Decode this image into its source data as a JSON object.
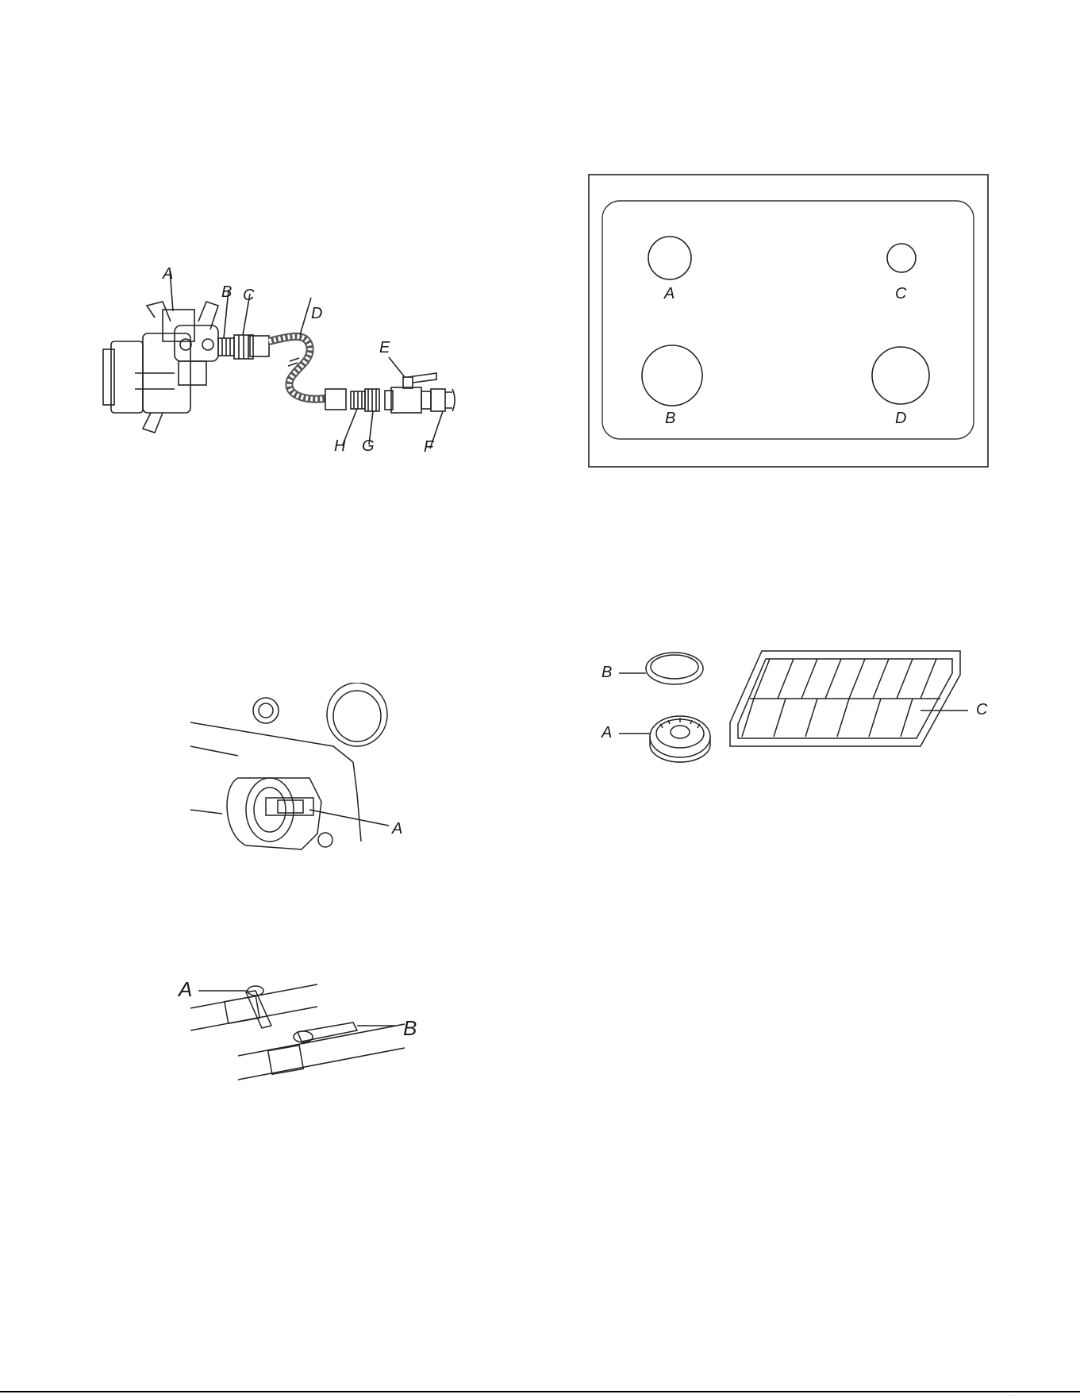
{
  "gas_connection": {
    "labels": {
      "A": "A",
      "B": "B",
      "C": "C",
      "D": "D",
      "E": "E",
      "F": "F",
      "G": "G",
      "H": "H"
    }
  },
  "cooktop_layout": {
    "labels": {
      "A": "A",
      "B": "B",
      "C": "C",
      "D": "D"
    }
  },
  "burner_parts": {
    "labels": {
      "A": "A",
      "B": "B",
      "C": "C"
    }
  },
  "regulator_detail": {
    "labels": {
      "A": "A"
    }
  },
  "valve_handles": {
    "labels": {
      "A": "A",
      "B": "B"
    }
  },
  "footer": {
    "mark": "..."
  }
}
